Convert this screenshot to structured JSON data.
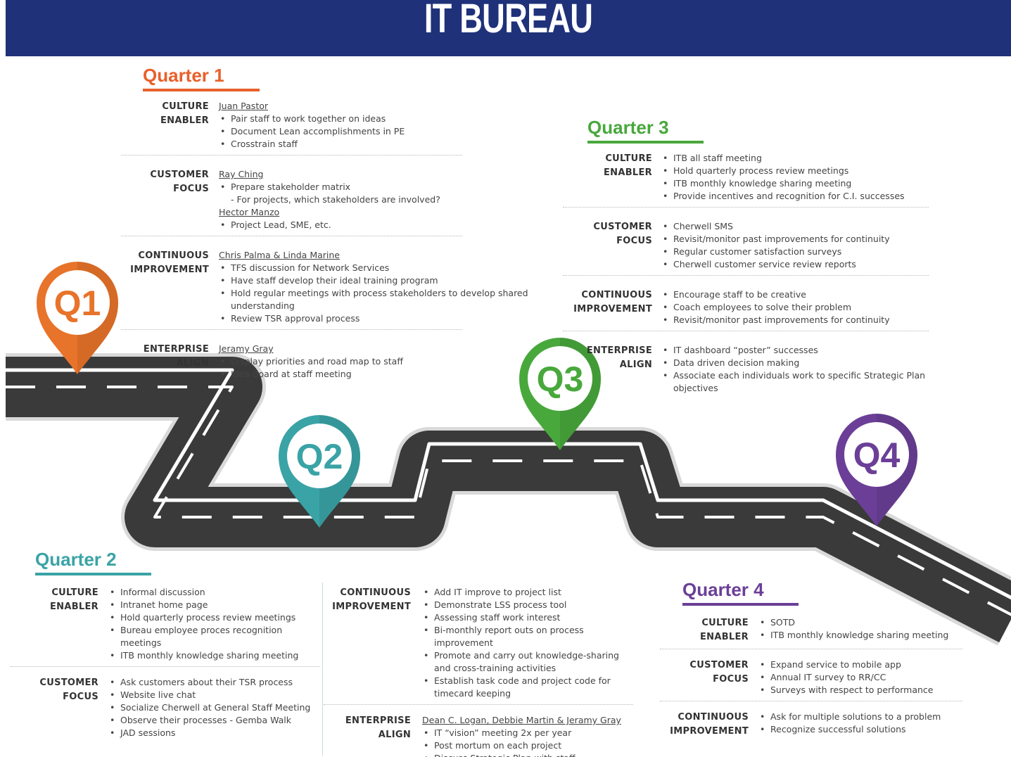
{
  "header": {
    "title": "IT BUREAU"
  },
  "markers": [
    {
      "label": "Q1",
      "color": "#e8732a"
    },
    {
      "label": "Q2",
      "color": "#3aa3a6"
    },
    {
      "label": "Q3",
      "color": "#48a83c"
    },
    {
      "label": "Q4",
      "color": "#6b3f97"
    }
  ],
  "quarters": {
    "q1": {
      "title": "Quarter 1",
      "color": "#e8602a",
      "sections": [
        {
          "category": [
            "CULTURE",
            "ENABLER"
          ],
          "lines": [
            {
              "t": "owner",
              "text": "Juan Pastor"
            },
            {
              "t": "item",
              "text": "Pair staff to work together on ideas"
            },
            {
              "t": "item",
              "text": "Document Lean accomplishments in PE"
            },
            {
              "t": "item",
              "text": "Crosstrain staff"
            }
          ]
        },
        {
          "category": [
            "CUSTOMER",
            "FOCUS"
          ],
          "lines": [
            {
              "t": "owner",
              "text": "Ray Ching"
            },
            {
              "t": "item",
              "text": "Prepare stakeholder matrix"
            },
            {
              "t": "sub",
              "text": "- For projects, which stakeholders are involved?"
            },
            {
              "t": "owner",
              "text": "Hector Manzo"
            },
            {
              "t": "item",
              "text": "Project Lead, SME, etc."
            }
          ]
        },
        {
          "category": [
            "CONTINUOUS",
            "IMPROVEMENT"
          ],
          "lines": [
            {
              "t": "owner",
              "text": "Chris Palma & Linda Marine"
            },
            {
              "t": "item",
              "text": "TFS discussion for Network Services"
            },
            {
              "t": "item",
              "text": "Have staff develop their ideal training program"
            },
            {
              "t": "item",
              "text": "Hold regular meetings with process stakeholders to develop shared understanding"
            },
            {
              "t": "item",
              "text": "Review TSR approval process"
            }
          ]
        },
        {
          "category": [
            "ENTERPRISE",
            "ALIGN"
          ],
          "lines": [
            {
              "t": "owner",
              "text": "Jeramy Gray"
            },
            {
              "t": "item",
              "text": "Display priorities and road map to staff"
            },
            {
              "t": "item",
              "text": "Idea Board at staff meeting"
            }
          ]
        }
      ]
    },
    "q2": {
      "title": "Quarter 2",
      "color": "#3aa3a6",
      "sections": [
        {
          "category": [
            "CULTURE",
            "ENABLER"
          ],
          "lines": [
            {
              "t": "item",
              "text": "Informal discussion"
            },
            {
              "t": "item",
              "text": "Intranet home page"
            },
            {
              "t": "item",
              "text": "Hold quarterly process review meetings"
            },
            {
              "t": "item",
              "text": "Bureau employee proces recognition meetings"
            },
            {
              "t": "item",
              "text": "ITB monthly knowledge sharing meeting"
            }
          ]
        },
        {
          "category": [
            "CUSTOMER",
            "FOCUS"
          ],
          "lines": [
            {
              "t": "item",
              "text": "Ask customers about their TSR process"
            },
            {
              "t": "item",
              "text": "Website live chat"
            },
            {
              "t": "item",
              "text": "Socialize Cherwell at General Staff Meeting"
            },
            {
              "t": "item",
              "text": "Observe their processes - Gemba Walk"
            },
            {
              "t": "item",
              "text": "JAD sessions"
            }
          ]
        },
        {
          "category": [
            "CONTINUOUS",
            "IMPROVEMENT"
          ],
          "lines": [
            {
              "t": "item",
              "text": "Add IT improve to project list"
            },
            {
              "t": "item",
              "text": "Demonstrate LSS process tool"
            },
            {
              "t": "item",
              "text": "Assessing staff work interest"
            },
            {
              "t": "item",
              "text": "Bi-monthly report outs on process improvement"
            },
            {
              "t": "item",
              "text": "Promote and carry out knowledge-sharing and cross-training activities"
            },
            {
              "t": "item",
              "text": "Establish task code and project code for timecard keeping"
            }
          ]
        },
        {
          "category": [
            "ENTERPRISE",
            "ALIGN"
          ],
          "lines": [
            {
              "t": "owner",
              "text": "Dean C. Logan, Debbie Martin & Jeramy Gray"
            },
            {
              "t": "item",
              "text": "IT “vision” meeting 2x per year"
            },
            {
              "t": "item",
              "text": "Post mortum on each project"
            },
            {
              "t": "item",
              "text": "Discuss Strategic Plan with staff"
            }
          ]
        }
      ]
    },
    "q3": {
      "title": "Quarter 3",
      "color": "#48a83c",
      "sections": [
        {
          "category": [
            "CULTURE",
            "ENABLER"
          ],
          "lines": [
            {
              "t": "item",
              "text": "ITB all staff meeting"
            },
            {
              "t": "item",
              "text": "Hold quarterly process review meetings"
            },
            {
              "t": "item",
              "text": "ITB monthly knowledge sharing meeting"
            },
            {
              "t": "item",
              "text": "Provide incentives and recognition for C.I. successes"
            }
          ]
        },
        {
          "category": [
            "CUSTOMER",
            "FOCUS"
          ],
          "lines": [
            {
              "t": "item",
              "text": "Cherwell SMS"
            },
            {
              "t": "item",
              "text": "Revisit/monitor past improvements for continuity"
            },
            {
              "t": "item",
              "text": "Regular customer satisfaction surveys"
            },
            {
              "t": "item",
              "text": "Cherwell customer service review reports"
            }
          ]
        },
        {
          "category": [
            "CONTINUOUS",
            "IMPROVEMENT"
          ],
          "lines": [
            {
              "t": "item",
              "text": "Encourage staff to be creative"
            },
            {
              "t": "item",
              "text": "Coach employees to solve their problem"
            },
            {
              "t": "item",
              "text": "Revisit/monitor past improvements for continuity"
            }
          ]
        },
        {
          "category": [
            "ENTERPRISE",
            "ALIGN"
          ],
          "lines": [
            {
              "t": "item",
              "text": "IT dashboard “poster” successes"
            },
            {
              "t": "item",
              "text": "Data driven decision making"
            },
            {
              "t": "item",
              "text": "Associate each individuals work to specific Strategic Plan objectives"
            }
          ]
        }
      ]
    },
    "q4": {
      "title": "Quarter 4",
      "color": "#6b3f97",
      "sections": [
        {
          "category": [
            "CULTURE",
            "ENABLER"
          ],
          "lines": [
            {
              "t": "item",
              "text": "SOTD"
            },
            {
              "t": "item",
              "text": "ITB monthly knowledge sharing meeting"
            }
          ]
        },
        {
          "category": [
            "CUSTOMER",
            "FOCUS"
          ],
          "lines": [
            {
              "t": "item",
              "text": "Expand service to mobile app"
            },
            {
              "t": "item",
              "text": "Annual IT survey to RR/CC"
            },
            {
              "t": "item",
              "text": "Surveys with respect to performance"
            }
          ]
        },
        {
          "category": [
            "CONTINUOUS",
            "IMPROVEMENT"
          ],
          "lines": [
            {
              "t": "item",
              "text": "Ask for multiple solutions to a problem"
            },
            {
              "t": "item",
              "text": "Recognize successful solutions"
            }
          ]
        }
      ]
    }
  }
}
